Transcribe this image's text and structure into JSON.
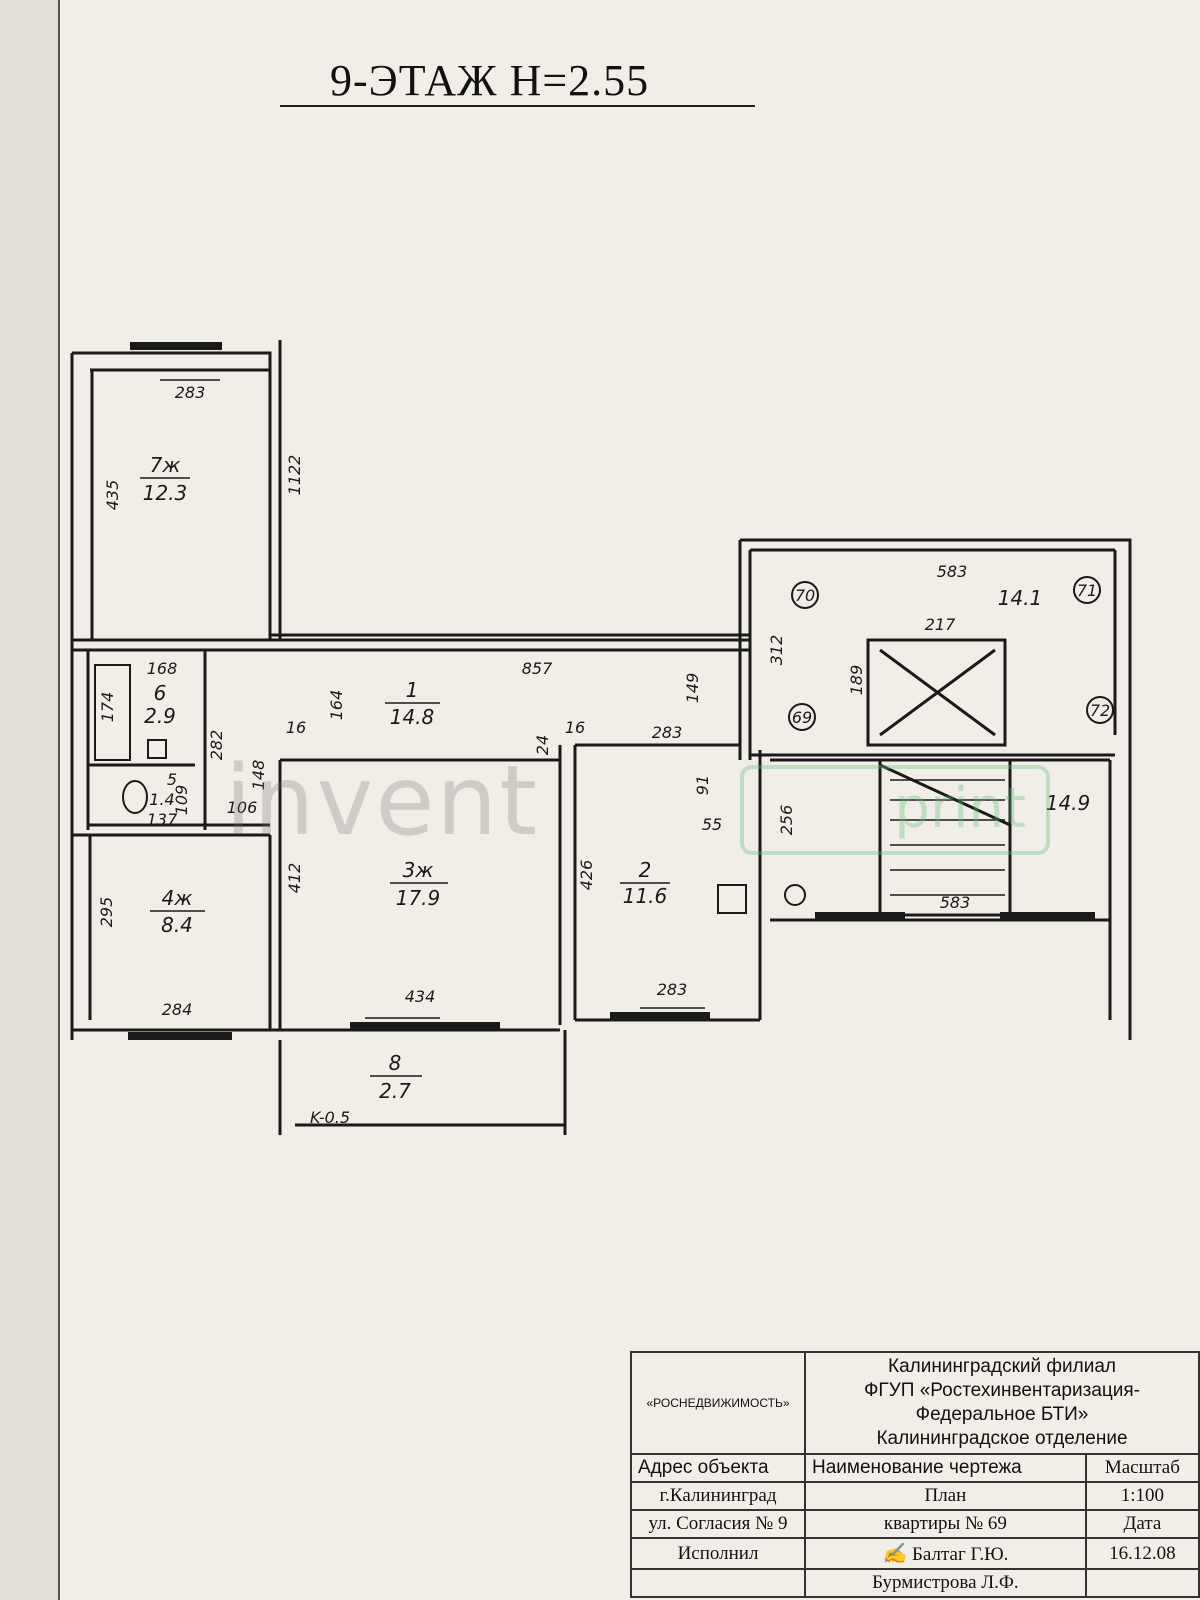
{
  "heading": "9-ЭТАЖ  H=2.55",
  "watermark": {
    "left": "invent",
    "right": "print"
  },
  "rooms": [
    {
      "id": "7",
      "label": "7ж",
      "area": "12.3"
    },
    {
      "id": "1",
      "label": "1",
      "area": "14.8"
    },
    {
      "id": "6",
      "label": "6",
      "area": "2.9"
    },
    {
      "id": "5",
      "label": "5",
      "area": "1.4"
    },
    {
      "id": "4",
      "label": "4ж",
      "area": "8.4"
    },
    {
      "id": "3",
      "label": "3ж",
      "area": "17.9"
    },
    {
      "id": "2",
      "label": "2",
      "area": "11.6"
    },
    {
      "id": "8",
      "label": "8",
      "area": "2.7"
    },
    {
      "id": "hall-upper",
      "label": "",
      "area": "14.1"
    },
    {
      "id": "hall-lower",
      "label": "",
      "area": "14.9"
    }
  ],
  "dimensions": {
    "r7_width": "283",
    "r7_height": "435",
    "r7_side": "1122",
    "r1_length": "857",
    "r1_height": "164",
    "r1_side": "149",
    "r1_small": "16",
    "r1_small2": "16",
    "r1_small3": "24",
    "r1_width": "283",
    "r6_width": "168",
    "r6_height": "174",
    "r6_side": "282",
    "r5_width": "137",
    "r5_height": "109",
    "r5_side": "148",
    "r5_mid": "106",
    "r4_height": "295",
    "r4_width": "284",
    "r3_height": "412",
    "r3_width": "434",
    "r2_height": "426",
    "r2_width": "283",
    "r2_d1": "91",
    "r2_d2": "55",
    "balcony": "K-0.5",
    "hall_width": "583",
    "hall_height": "312",
    "lift_width": "217",
    "lift_height": "189",
    "stair_height": "256",
    "stair_width": "583"
  },
  "markers": [
    "70",
    "71",
    "69",
    "72"
  ],
  "stamp": {
    "agency": "«РОСНЕДВИЖИМОСТЬ»",
    "org_line1": "Калининградский филиал",
    "org_line2": "ФГУП «Ростехинвентаризация-",
    "org_line3": "Федеральное БТИ»",
    "org_line4": "Калининградское отделение",
    "address_header": "Адрес объекта",
    "drawing_header": "Наименование чертежа",
    "scale_header": "Масштаб",
    "scale_value": "1:100",
    "city": "г.Калининград",
    "drawing_line1": "План",
    "date_header": "Дата",
    "street": "ул. Согласия № 9",
    "drawing_line2": "квартиры № 69",
    "executed_by_label": "Исполнил",
    "executor_name": "Балтаг Г.Ю.",
    "date_value": "16.12.08",
    "checker_name": "Бурмистрова Л.Ф."
  },
  "colors": {
    "paper": "#f1eee8",
    "ink": "#1a1a1a",
    "watermark_green": "#64be78"
  }
}
